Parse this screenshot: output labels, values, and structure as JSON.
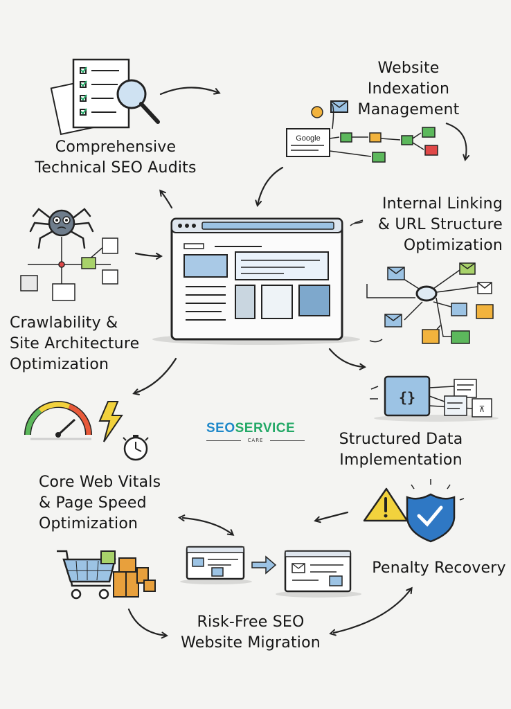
{
  "labels": {
    "audits": [
      "Comprehensive",
      "Technical SEO Audits"
    ],
    "indexation": [
      "Website",
      "Indexation",
      "Management"
    ],
    "linking": [
      "Internal Linking",
      "& URL Structure",
      "Optimization"
    ],
    "crawlability": [
      "Crawlability &",
      "Site Architecture",
      "Optimization"
    ],
    "structured": [
      "Structured Data",
      "Implementation"
    ],
    "vitals": [
      "Core Web Vitals",
      "& Page Speed",
      "Optimization"
    ],
    "penalty": [
      "Penalty Recovery"
    ],
    "migration": [
      "Risk-Free SEO",
      "Website Migration"
    ]
  },
  "logo": {
    "brand_seo": "SEO",
    "brand_service": "SERVICE",
    "tagline": "CARE"
  },
  "google_label": "Google",
  "colors": {
    "accent_blue": "#1e88c9",
    "accent_green": "#22a866",
    "sketch_blue": "#9cc3e4",
    "stroke": "#222222"
  }
}
